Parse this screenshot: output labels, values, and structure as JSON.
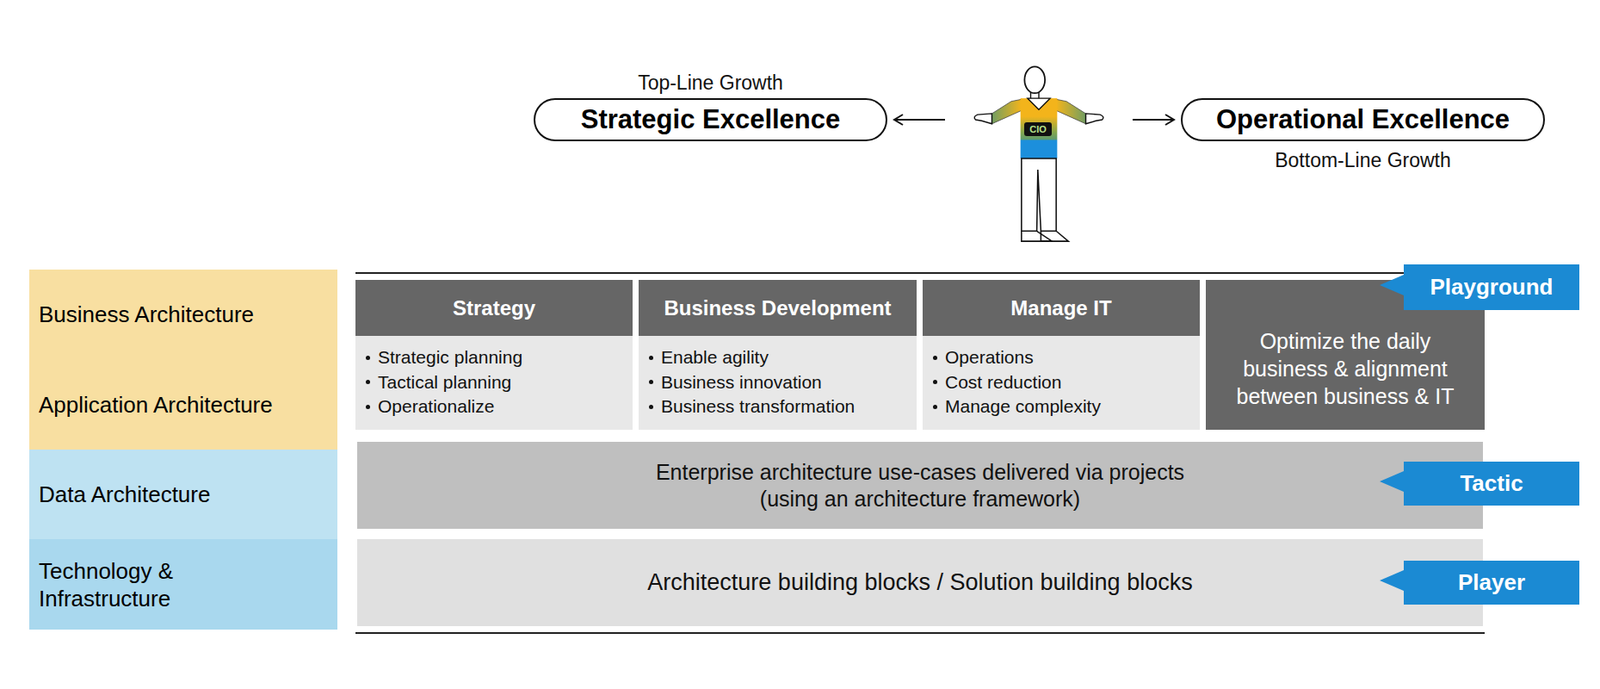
{
  "diagram": {
    "nodes": [
      {
        "text": [
          "Top-Line Growth",
          "Strategic Excellence"
        ]
      },
      {
        "text": [
          "CIO"
        ]
      },
      {
        "text": [
          "Operational Excellence",
          "Bottom-Line Growth"
        ]
      },
      {
        "text": [
          "Business Architecture",
          "Application Architecture"
        ]
      },
      {
        "text": [
          "Strategy",
          "Strategic planning",
          "Tactical planning",
          "Operationalize"
        ]
      },
      {
        "text": [
          "Business Development",
          "Enable agility",
          "Business innovation",
          "Business transformation"
        ]
      },
      {
        "text": [
          "Manage IT",
          "Operations",
          "Cost reduction",
          "Manage complexity"
        ]
      },
      {
        "text": [
          "Optimize the daily business & alignment between business & IT"
        ]
      },
      {
        "text": [
          "Playground"
        ]
      },
      {
        "text": [
          "Data Architecture"
        ]
      },
      {
        "text": [
          "Enterprise architecture use-cases delivered via projects",
          "(using an architecture framework)"
        ]
      },
      {
        "text": [
          "Tactic"
        ]
      },
      {
        "text": [
          "Technology & Infrastructure"
        ]
      },
      {
        "text": [
          "Architecture building blocks / Solution building blocks"
        ]
      },
      {
        "text": [
          "Player"
        ]
      }
    ],
    "edges": [
      {
        "from": 1,
        "to": 0,
        "arrow": "to"
      },
      {
        "from": 1,
        "to": 2,
        "arrow": "to"
      }
    ]
  }
}
